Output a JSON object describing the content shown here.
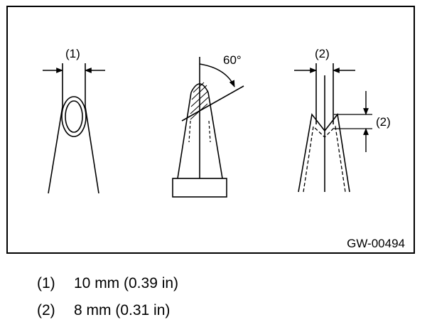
{
  "figure": {
    "callout_1": "(1)",
    "callout_2_top": "(2)",
    "callout_2_side": "(2)",
    "angle_label": "60°",
    "code": "GW-00494"
  },
  "legend": [
    {
      "num": "(1)",
      "text": "10 mm (0.39 in)"
    },
    {
      "num": "(2)",
      "text": "8 mm (0.31 in)"
    }
  ]
}
